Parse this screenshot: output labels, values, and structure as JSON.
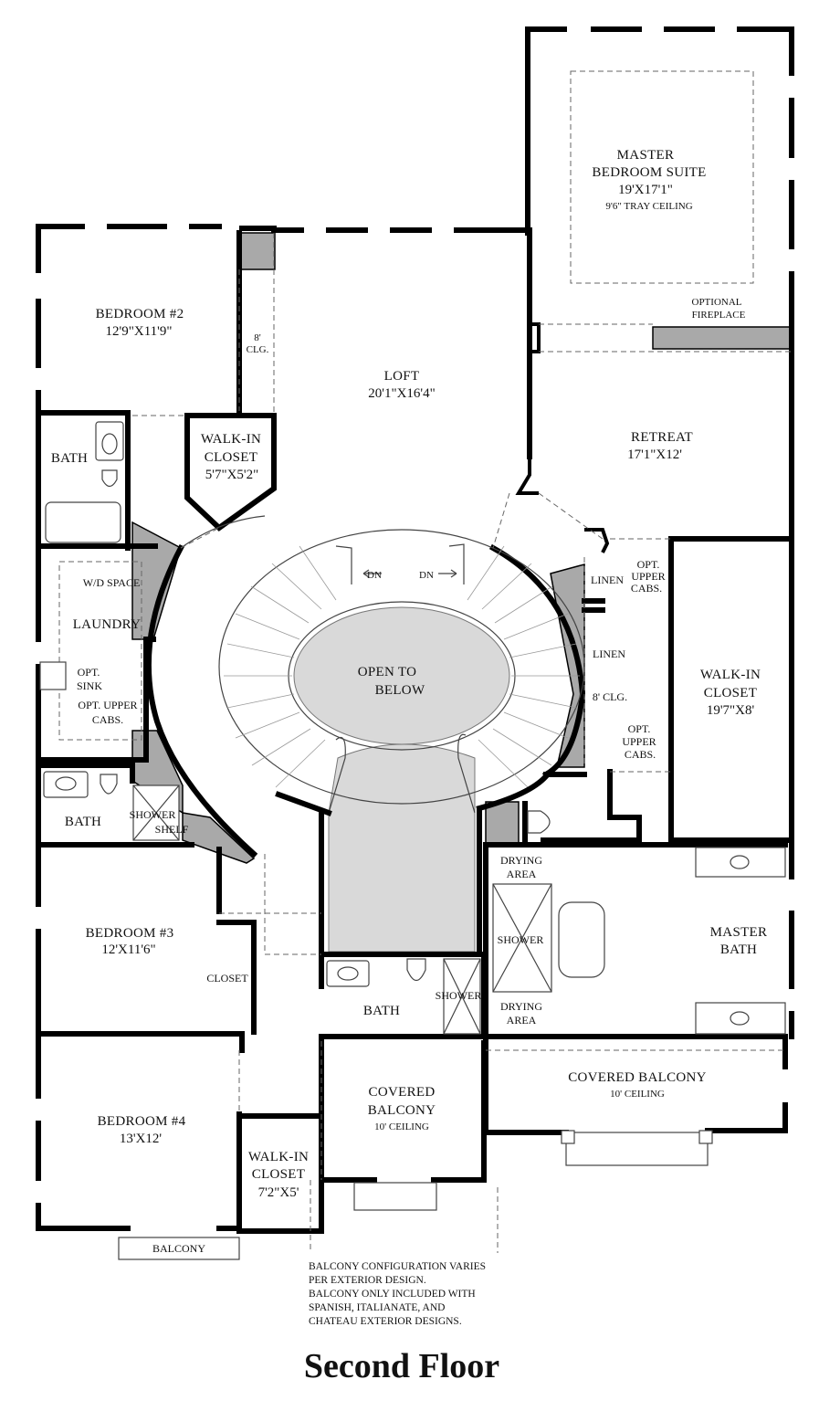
{
  "rooms": {
    "master_suite": {
      "name_line1": "MASTER",
      "name_line2": "BEDROOM SUITE",
      "dims": "19'X17'1\"",
      "note": "9'6\" TRAY CEILING"
    },
    "optional_fireplace": {
      "line1": "OPTIONAL",
      "line2": "FIREPLACE"
    },
    "bedroom2": {
      "name": "BEDROOM #2",
      "dims": "12'9\"X11'9\""
    },
    "ceiling_8_top": {
      "line1": "8'",
      "line2": "CLG."
    },
    "loft": {
      "name": "LOFT",
      "dims": "20'1\"X16'4\""
    },
    "walkin_closet_1": {
      "line1": "WALK-IN",
      "line2": "CLOSET",
      "dims": "5'7\"X5'2\""
    },
    "bath_1": {
      "name": "BATH"
    },
    "retreat": {
      "name": "RETREAT",
      "dims": "17'1\"X12'"
    },
    "wd_space": {
      "name": "W/D SPACE"
    },
    "laundry": {
      "name": "LAUNDRY"
    },
    "opt_sink": {
      "line1": "OPT.",
      "line2": "SINK"
    },
    "opt_upper_cabs_laundry": {
      "line1": "OPT. UPPER",
      "line2": "CABS."
    },
    "dn_left": {
      "text": "DN"
    },
    "dn_right": {
      "text": "DN"
    },
    "linen_1": {
      "name": "LINEN"
    },
    "opt_upper_cabs_1": {
      "line1": "OPT.",
      "line2": "UPPER",
      "line3": "CABS."
    },
    "linen_2": {
      "name": "LINEN"
    },
    "ceiling_8_right": {
      "text": "8' CLG."
    },
    "opt_upper_cabs_2": {
      "line1": "OPT.",
      "line2": "UPPER",
      "line3": "CABS."
    },
    "open_to_below": {
      "line1": "OPEN TO",
      "line2": "BELOW"
    },
    "walkin_closet_master": {
      "line1": "WALK-IN",
      "line2": "CLOSET",
      "dims": "19'7\"X8'"
    },
    "bath_2": {
      "name": "BATH"
    },
    "shower_shelf": {
      "line1": "SHOWER",
      "line2": "SHELF"
    },
    "drying_area_top": {
      "line1": "DRYING",
      "line2": "AREA"
    },
    "shower_master": {
      "name": "SHOWER"
    },
    "drying_area_bottom": {
      "line1": "DRYING",
      "line2": "AREA"
    },
    "master_bath": {
      "line1": "MASTER",
      "line2": "BATH"
    },
    "bedroom3": {
      "name": "BEDROOM #3",
      "dims": "12'X11'6\""
    },
    "closet": {
      "name": "CLOSET"
    },
    "bath_3": {
      "name": "BATH"
    },
    "shower_3": {
      "name": "SHOWER"
    },
    "covered_balcony_center": {
      "line1": "COVERED",
      "line2": "BALCONY",
      "note": "10' CEILING"
    },
    "covered_balcony_right": {
      "name": "COVERED BALCONY",
      "note": "10' CEILING"
    },
    "bedroom4": {
      "name": "BEDROOM #4",
      "dims": "13'X12'"
    },
    "walkin_closet_3": {
      "line1": "WALK-IN",
      "line2": "CLOSET",
      "dims": "7'2\"X5'"
    },
    "balcony": {
      "name": "BALCONY"
    }
  },
  "notes": {
    "line1": "BALCONY CONFIGURATION VARIES",
    "line2": "PER EXTERIOR DESIGN.",
    "line3": "BALCONY ONLY INCLUDED WITH",
    "line4": "SPANISH, ITALIANATE, AND",
    "line5": "CHATEAU EXTERIOR DESIGNS."
  },
  "title": "Second Floor"
}
